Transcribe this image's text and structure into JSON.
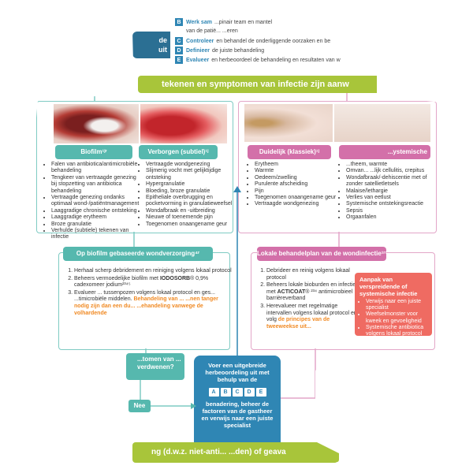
{
  "top": {
    "rows": [
      {
        "letter": "B",
        "verb": "Werk sam",
        "rest": "...pinair team en mantel"
      },
      {
        "letter": "C",
        "verb": "Controleer",
        "rest": "en behandel de onderliggende oorzaken en be"
      },
      {
        "letter": "D",
        "verb": "Definieer",
        "rest": "de juiste behandeling"
      },
      {
        "letter": "E",
        "verb": "Evalueer",
        "rest": "en herbeoordeel de behandeling en resultaten van w"
      }
    ],
    "sub_line": "van de patië... ...eren",
    "left_tab": {
      "line1": "de",
      "line2": "uit"
    }
  },
  "banner_top": "tekenen en symptomen van infectie zijn aanw",
  "left": {
    "biofilm": {
      "header": "Biofilm¹ʲʳ",
      "items": [
        "Falen van antibiotica/antimicrobiële behandeling",
        "Tengkeer van vertraagde genezing bij stopzetting van antibiotica behandeling",
        "Vertraagde genezing ondanks optimaal wond-/patiëntmanagement",
        "Laaggradige chronische ontsteking",
        "Laaggradige erytheem",
        "Broze granulatie",
        "Verhulde (subtiele) tekenen van infectie"
      ]
    },
    "verborgen": {
      "header": "Verborgen (subtiel)¹ʲ",
      "items": [
        "Vertraagde wondgenezing",
        "Slijmerig vocht met gelijktijdige ontsteking",
        "Hypergranulatie",
        "Bloeding, broze granulatie",
        "Epitheliale overbrugging en pocketvorming in granulatieweefsel",
        "Wondafbraak en -uitbreiding",
        "Nieuwe of toenemende pijn",
        "Toegenomen onaangename geur"
      ]
    },
    "plan": {
      "header": "Op biofilm gebaseerde wondverzorging⁴ʳ",
      "items": [
        {
          "pre": "Herhaal scherp debridement en reiniging volgens lokaal protocol",
          "bold": "",
          "post": "",
          "orange": ""
        },
        {
          "pre": "Beheers vermoedelijke biofilm met ",
          "bold": "IODOSORB",
          "post": "® 0,9% cadexomeer jodium²³⁴⁵",
          "orange": ""
        },
        {
          "pre": "Evalueer ... tussenpozen volgens lokaal protocol en ges... ...timicrobiële middelen. ",
          "bold": "",
          "post": "",
          "orange": "Behandeling van ... ...nen tanger nodig zijn dan een du... ...ehandeling vanwege de volhardende"
        }
      ]
    }
  },
  "right": {
    "duidelijk": {
      "header": "Duidelijk (klassiek)¹ʲ",
      "items": [
        "Erytheem",
        "Warmte",
        "Oedeem/zwelling",
        "Purulente afscheiding",
        "Pijn",
        "Toegenomen onaangename geur",
        "Vertraagde wondgenezing"
      ]
    },
    "systemisch": {
      "header": "...ystemische",
      "items": [
        "...theem, warmte",
        "Omvan... ...lijk cellulitis, crepitus",
        "Wondafbraak/-dehiscentie met of zonder satellietletsels",
        "Malaise/lethargie",
        "Verlies van eetlust",
        "Systemische ontstekingsreactie",
        "Sepsis",
        "Orgaanfalen"
      ]
    },
    "plan": {
      "header": "Lokale behandelplan van de wondinfectie¹ʳ⁵⁶",
      "items": [
        {
          "pre": "Debrideer en reinig volgens lokaal protocol",
          "bold": "",
          "post": "",
          "orange": ""
        },
        {
          "pre": "Beheers lokale bioburden en infectie met ",
          "bold": "ACTICOAT",
          "post": "® ²³⁴ antimicrobieel barrièreverband",
          "orange": ""
        },
        {
          "pre": "Herevalueer met regelmatige intervallen volgens lokaal protocol en volg ",
          "bold": "",
          "post": "",
          "orange": "de principes van de tweeweekse uit..."
        }
      ]
    },
    "red_box": {
      "title": "Aanpak van verspreidende of systemische infectie",
      "items": [
        "Verwijs naar een juiste specialist",
        "Weefselmonster voor kweek en gevoeligheid",
        "Systemische antibiotica volgens lokaal protocol"
      ]
    }
  },
  "flow": {
    "question": "...tomen van ... verdwenen?",
    "nee": "Nee",
    "center_top": "Voer een uitgebreide herbeoordeling uit met behulp van de",
    "letters": [
      "A",
      "B",
      "C",
      "D",
      "E"
    ],
    "center_bottom": "benadering, beheer de factoren van de gastheer en verwijs naar een juiste specialist",
    "bottom_banner": "ng (d.w.z. niet-anti... ...den) of geava"
  },
  "colors": {
    "teal": "#56b8ae",
    "pink": "#d370a9",
    "blue": "#2f86b4",
    "green": "#a8c53a",
    "red": "#ef6b62",
    "orange": "#f08a24"
  }
}
